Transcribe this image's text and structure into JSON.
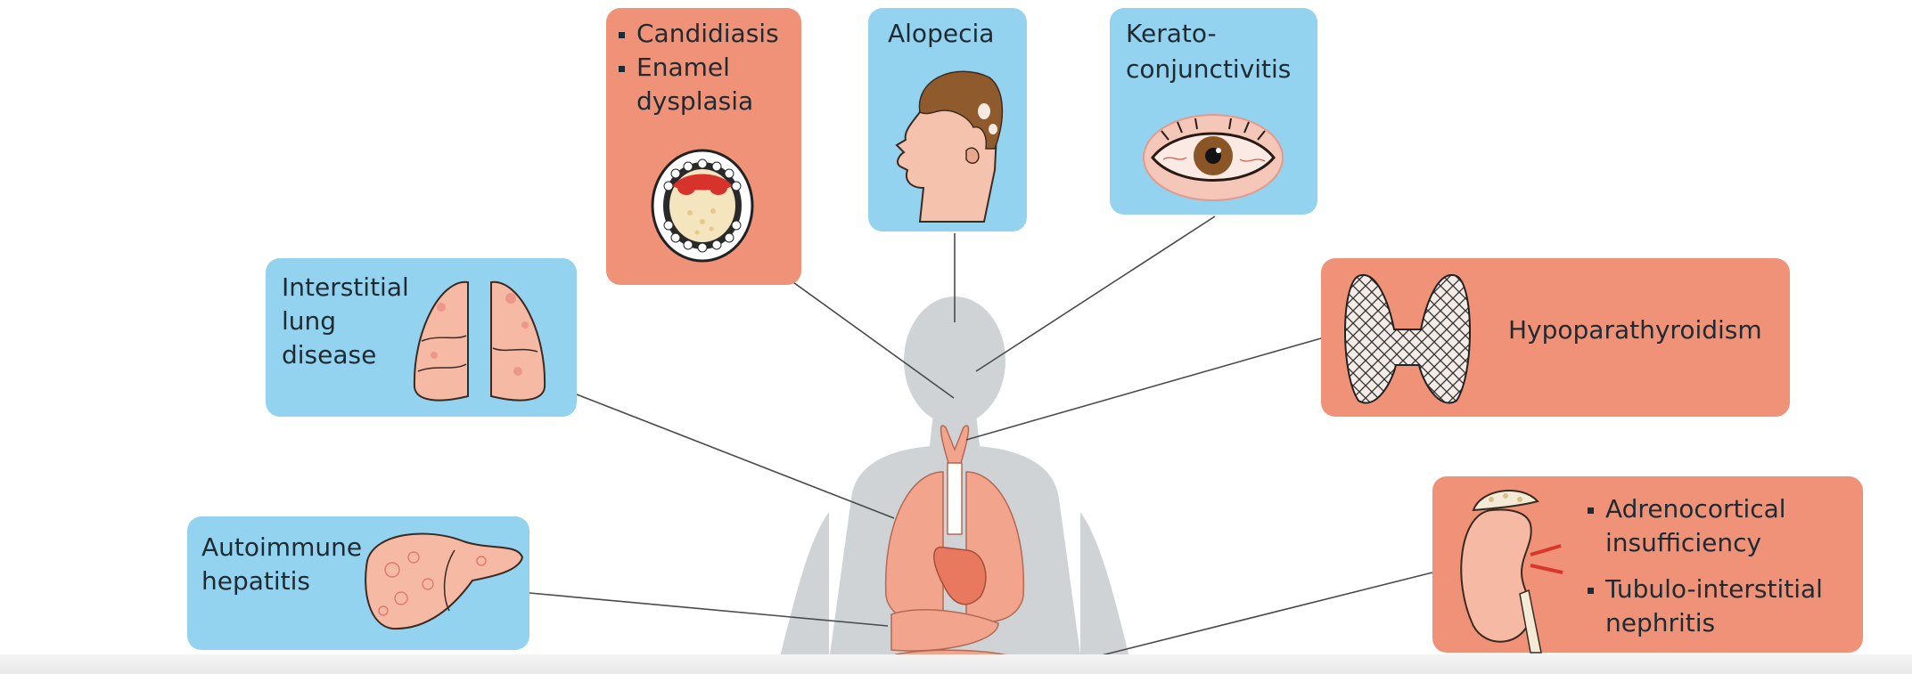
{
  "diagram": {
    "callouts": {
      "oral": {
        "items": [
          [
            "Candidiasis"
          ],
          [
            "Enamel",
            "dysplasia"
          ]
        ]
      },
      "alopecia": {
        "lines": [
          "Alopecia"
        ]
      },
      "keratoconjunctivitis": {
        "lines": [
          "Kerato-",
          "conjunctivitis"
        ]
      },
      "lung": {
        "lines": [
          "Interstitial",
          "lung",
          "disease"
        ]
      },
      "thyroid": {
        "lines": [
          "Hypoparathyroidism"
        ]
      },
      "liver": {
        "lines": [
          "Autoimmune",
          "hepatitis"
        ]
      },
      "kidney": {
        "items": [
          [
            "Adrenocortical",
            "insufficiency"
          ],
          [
            "Tubulo-interstitial",
            "nephritis"
          ]
        ]
      }
    },
    "colors": {
      "blue_box": "#93d3ef",
      "salmon_box": "#ef9277",
      "silhouette": "#cfd3d6",
      "organ": "#f2a48c",
      "connector": "#4a4a4a"
    }
  }
}
